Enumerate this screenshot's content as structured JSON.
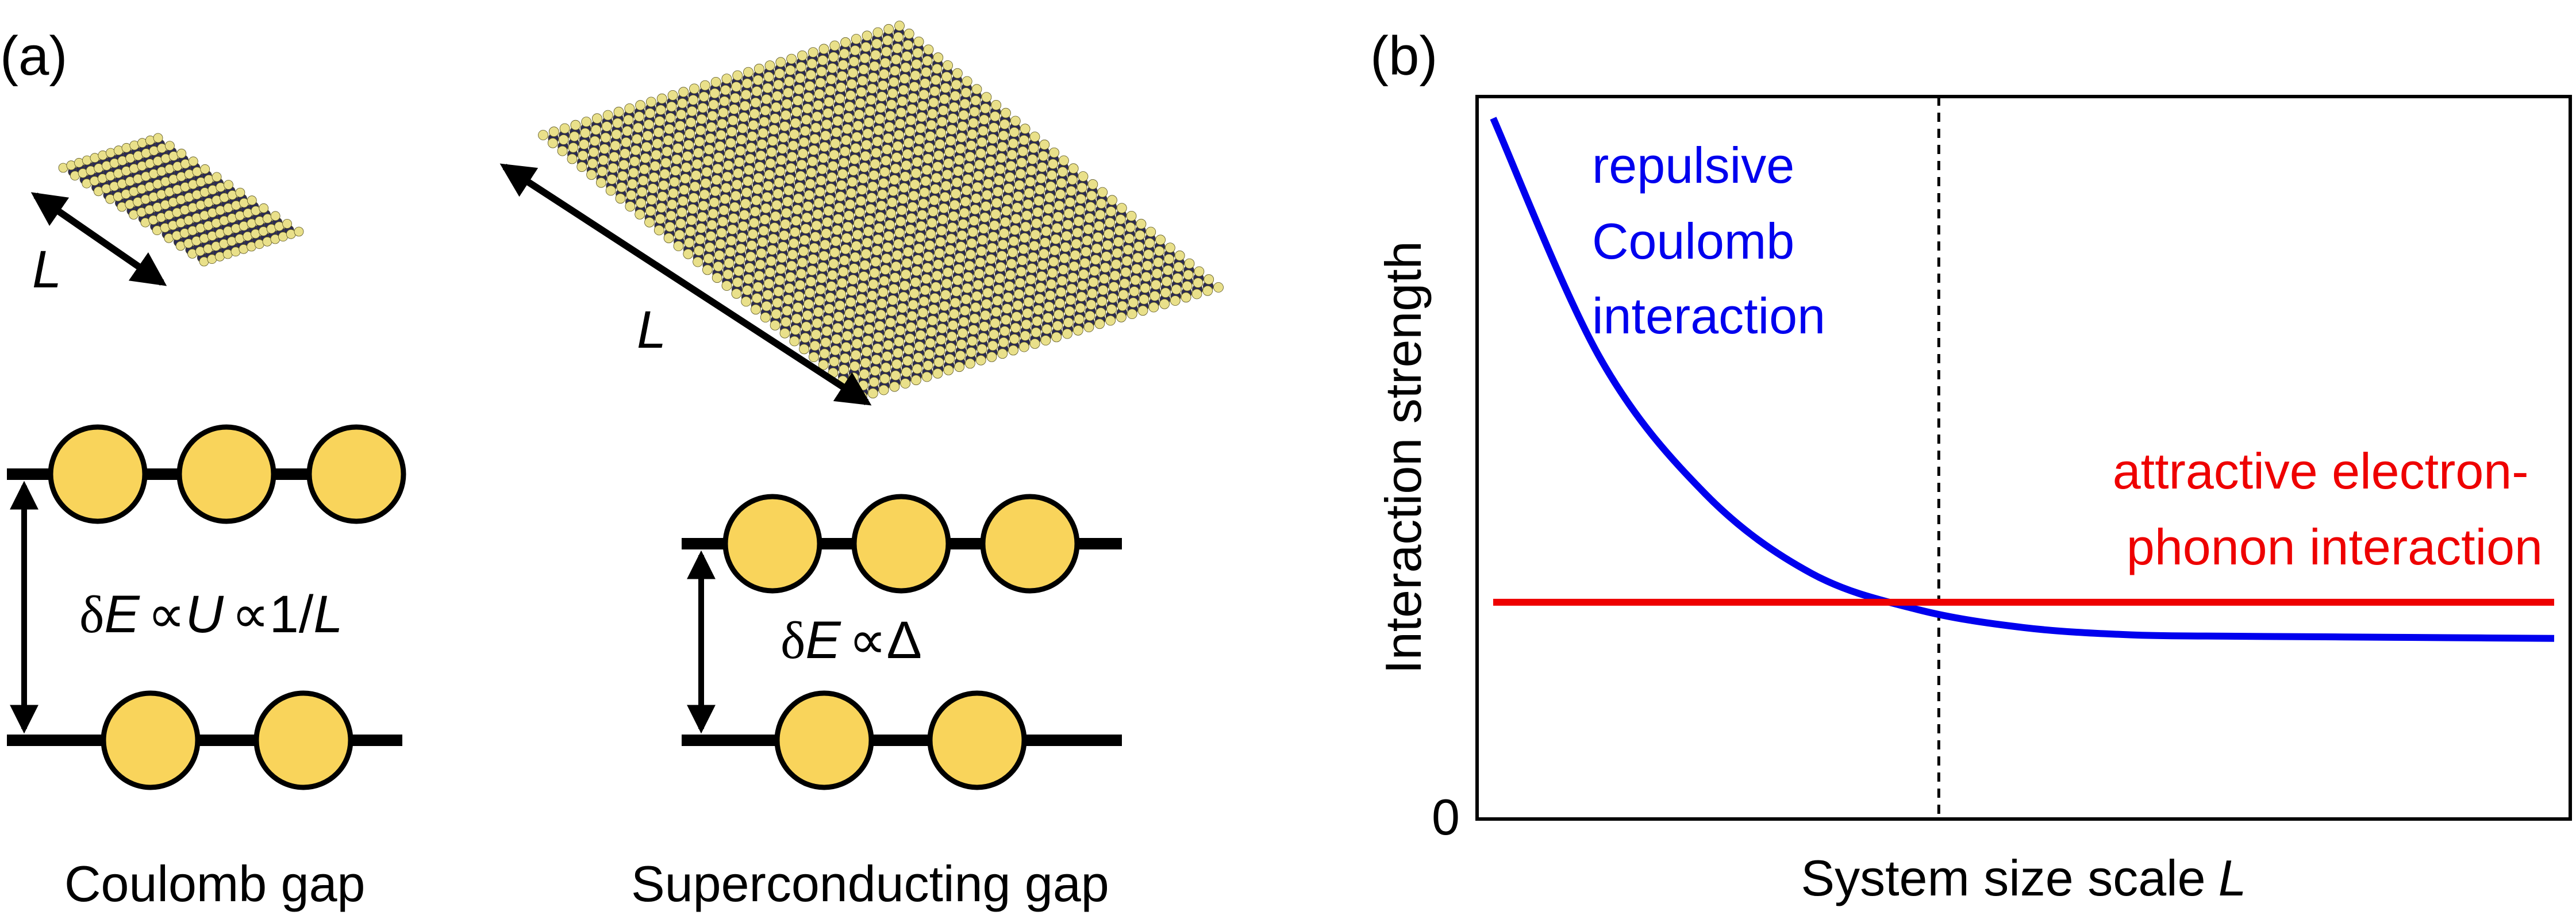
{
  "colors": {
    "atom_yellow": "#e9e08a",
    "atom_dark": "#2a2a55",
    "electron_fill": "#f9d45b",
    "repulsive_curve": "#0000ee",
    "attractive_line": "#ee0000",
    "ink": "#000000"
  },
  "panel_a": {
    "panel_label": "(a)",
    "small_lattice_length": "L",
    "large_lattice_length": "L",
    "coulomb_gap_formula": {
      "delta": "δ",
      "e": "E",
      "prop1": "∝",
      "u": "U",
      "prop2": "∝",
      "one_over": "1/",
      "l": "L"
    },
    "superconducting_gap_formula": {
      "delta": "δ",
      "e": "E",
      "prop": "∝",
      "gap": "Δ"
    },
    "coulomb_caption": "Coulomb gap",
    "superconducting_caption": "Superconducting gap"
  },
  "panel_b": {
    "panel_label": "(b)",
    "y_axis_label": "Interaction strength",
    "y_zero_label": "0",
    "x_axis_label": "System size scale",
    "x_axis_symbol": "L",
    "repulsive_label": [
      "repulsive",
      "Coulomb",
      "interaction"
    ],
    "attractive_label": [
      "attractive electron-",
      "phonon interaction"
    ]
  },
  "chart_data": {
    "type": "line",
    "title": "",
    "xlabel": "System size scale L",
    "ylabel": "Interaction strength",
    "y_tick_labels": [
      "0"
    ],
    "grid": false,
    "legend": "none (inline text labels)",
    "x": [
      0.0,
      0.1,
      0.2,
      0.3,
      0.4,
      0.5,
      0.6,
      0.7,
      0.8,
      0.9,
      1.0
    ],
    "series": [
      {
        "name": "repulsive Coulomb interaction",
        "color": "#0000ee",
        "values": [
          0.97,
          0.64,
          0.45,
          0.34,
          0.29,
          0.265,
          0.255,
          0.253,
          0.252,
          0.251,
          0.25
        ]
      },
      {
        "name": "attractive electron-phonon interaction",
        "color": "#ee0000",
        "values": [
          0.3,
          0.3,
          0.3,
          0.3,
          0.3,
          0.3,
          0.3,
          0.3,
          0.3,
          0.3,
          0.3
        ]
      }
    ],
    "crossing_marker_x": 0.42,
    "ylim": [
      0,
      1
    ],
    "xlim": [
      0,
      1
    ]
  }
}
